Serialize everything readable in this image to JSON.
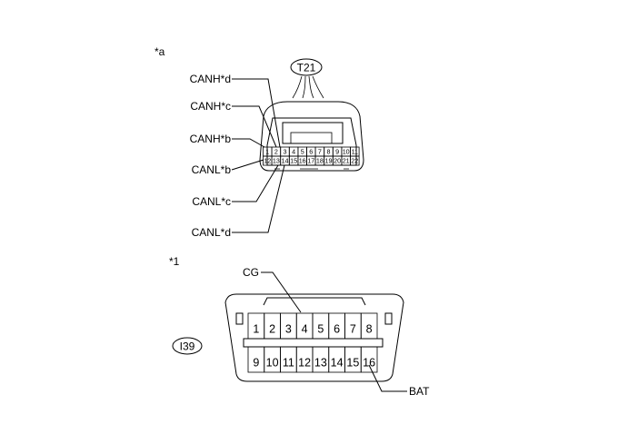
{
  "top_marker": "*a",
  "bottom_marker": "*1",
  "t21": {
    "tag": "T21",
    "row1": [
      "1",
      "2",
      "3",
      "4",
      "5",
      "6",
      "7",
      "8",
      "9",
      "10",
      "11"
    ],
    "row2": [
      "12",
      "13",
      "14",
      "15",
      "16",
      "17",
      "18",
      "19",
      "20",
      "21",
      "22"
    ],
    "labels": {
      "canh_d": "CANH*d",
      "canh_c": "CANH*c",
      "canh_b": "CANH*b",
      "canl_b": "CANL*b",
      "canl_c": "CANL*c",
      "canl_d": "CANL*d"
    }
  },
  "i39": {
    "tag": "I39",
    "row1": [
      "1",
      "2",
      "3",
      "4",
      "5",
      "6",
      "7",
      "8"
    ],
    "row2": [
      "9",
      "10",
      "11",
      "12",
      "13",
      "14",
      "15",
      "16"
    ],
    "labels": {
      "cg": "CG",
      "bat": "BAT"
    }
  }
}
